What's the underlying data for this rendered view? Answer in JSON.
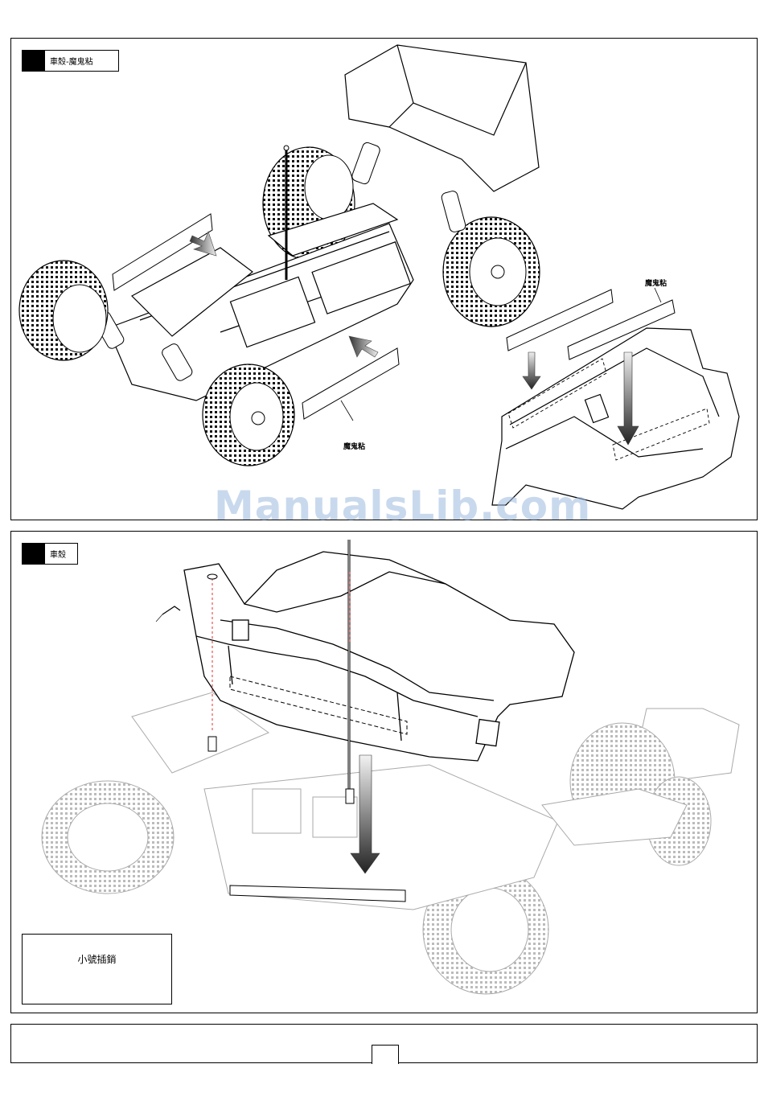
{
  "step1": {
    "title": "車殼-魔鬼粘",
    "velcro_label_bottom": "魔鬼粘",
    "velcro_label_right": "魔鬼粘"
  },
  "step2": {
    "title": "車殼",
    "inset_label": "小號插銷"
  },
  "footer": {
    "page_number": ""
  },
  "watermark": "ManualsLib.com"
}
